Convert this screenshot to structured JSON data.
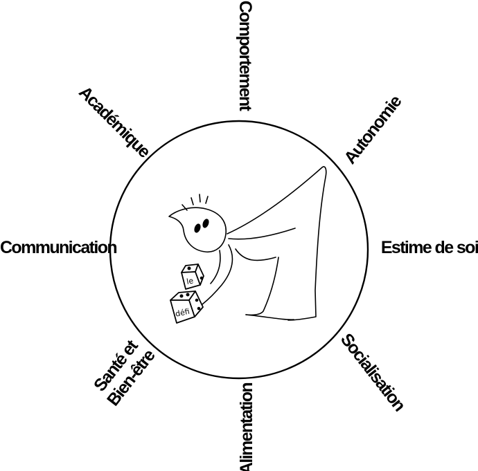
{
  "diagram": {
    "labels": {
      "comportement": "Comportement",
      "autonomie": "Autonomie",
      "estime": "Estime de soi",
      "socialisation": "Socialisation",
      "alimentation": "Alimentation",
      "sante_line1": "Santé et",
      "sante_line2": "Bien-être",
      "communication": "Communication",
      "academique": "Académique"
    },
    "center": {
      "icon": "stick-figure-rolling-dice-icon",
      "dice_top": "le",
      "dice_bottom": "défi"
    }
  },
  "colors": {
    "ink": "#000000",
    "background": "#ffffff"
  }
}
